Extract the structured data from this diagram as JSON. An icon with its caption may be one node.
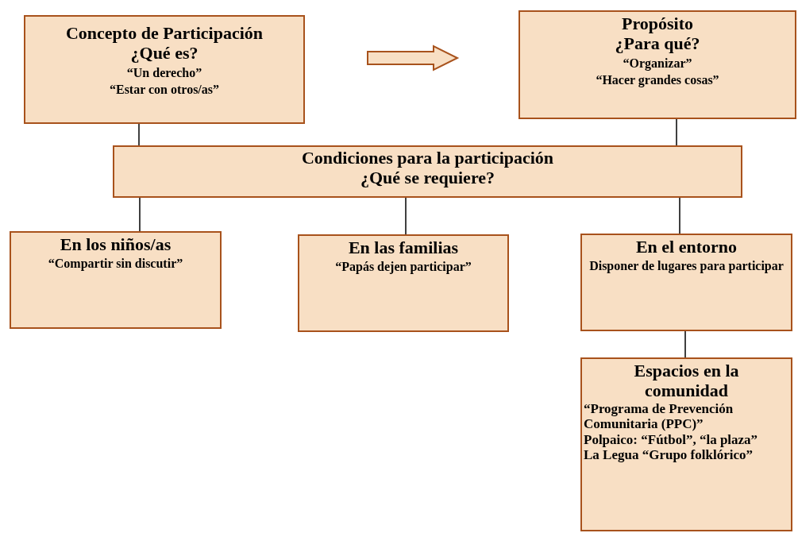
{
  "diagram": {
    "nodes": [
      {
        "text": [
          "Concepto de Participación",
          "¿Qué es?",
          "“Un derecho”",
          "“Estar con otros/as”"
        ]
      },
      {
        "text": [
          "Propósito",
          "¿Para qué?",
          "“Organizar”",
          "“Hacer grandes cosas”"
        ]
      },
      {
        "text": [
          "Condiciones para la participación",
          "¿Qué se requiere?"
        ]
      },
      {
        "text": [
          "En los niños/as",
          "“Compartir sin discutir”"
        ]
      },
      {
        "text": [
          "En las familias",
          "“Papás dejen participar”"
        ]
      },
      {
        "text": [
          "En el entorno",
          "Disponer de lugares para participar"
        ]
      },
      {
        "text": [
          "Espacios en la comunidad",
          "“Programa de Prevención Comunitaria (PPC)”",
          "Polpaico: “Fútbol”, “la plaza”",
          "La Legua “Grupo folklórico”"
        ]
      }
    ],
    "edges": [
      {
        "from": 0,
        "to": 1,
        "arrow": "to",
        "style": "thick"
      },
      {
        "from": 0,
        "to": 2,
        "arrow": "none"
      },
      {
        "from": 1,
        "to": 2,
        "arrow": "none"
      },
      {
        "from": 2,
        "to": 3,
        "arrow": "none"
      },
      {
        "from": 2,
        "to": 4,
        "arrow": "none"
      },
      {
        "from": 2,
        "to": 5,
        "arrow": "none"
      },
      {
        "from": 5,
        "to": 6,
        "arrow": "none"
      }
    ]
  }
}
